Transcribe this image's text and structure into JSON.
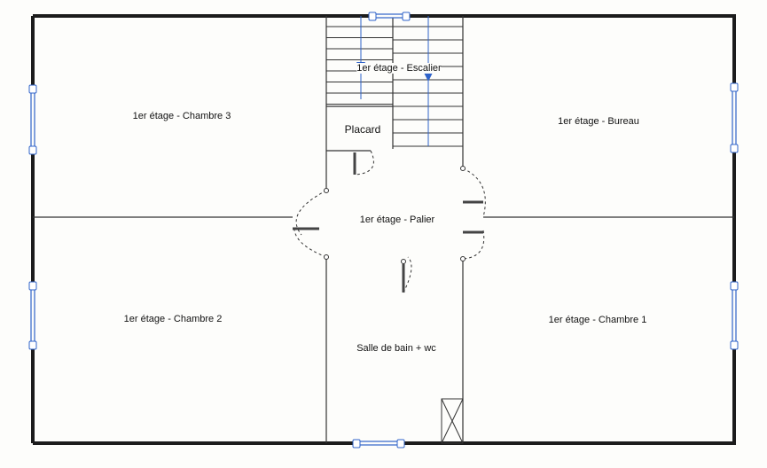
{
  "plan": {
    "rooms": [
      {
        "id": "chambre3",
        "label": "1er étage - Chambre 3"
      },
      {
        "id": "bureau",
        "label": "1er étage - Bureau"
      },
      {
        "id": "escalier",
        "label": "1er étage - Escalier"
      },
      {
        "id": "placard",
        "label": "Placard"
      },
      {
        "id": "palier",
        "label": "1er étage - Palier"
      },
      {
        "id": "chambre2",
        "label": "1er étage - Chambre 2"
      },
      {
        "id": "chambre1",
        "label": "1er étage - Chambre 1"
      },
      {
        "id": "sdb",
        "label": "Salle de bain + wc"
      }
    ],
    "colors": {
      "wall": "#1c1c1c",
      "window": "#2f63c9",
      "line": "#333333"
    }
  }
}
